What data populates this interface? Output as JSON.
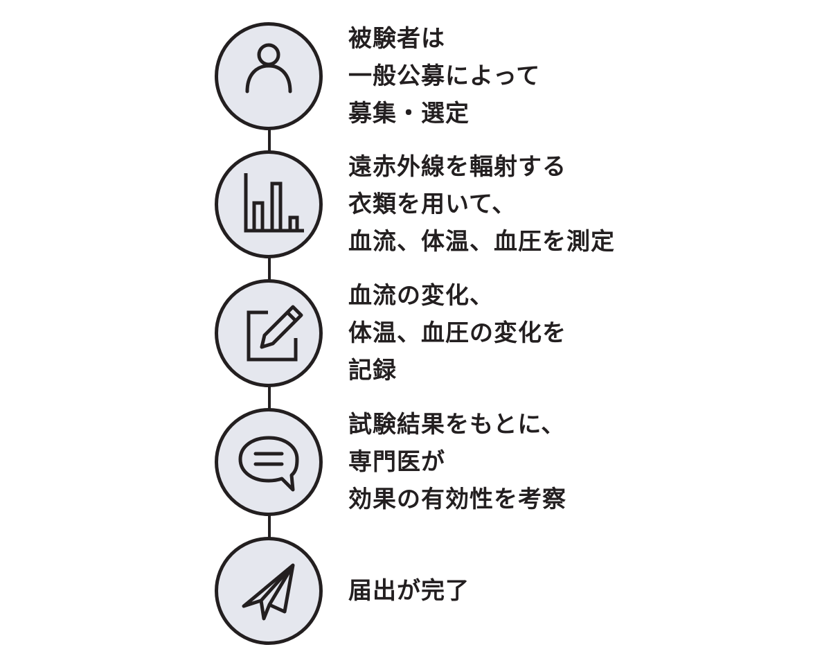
{
  "colors": {
    "ink": "#231f20",
    "circle_fill": "#e5e7ee",
    "background": "#ffffff"
  },
  "steps": [
    {
      "icon": "person-icon",
      "lines": [
        "被験者は",
        "一般公募によって",
        "募集・選定"
      ]
    },
    {
      "icon": "bar-chart-icon",
      "lines": [
        "遠赤外線を輻射する",
        "衣類を用いて、",
        "血流、体温、血圧を測定"
      ]
    },
    {
      "icon": "edit-note-icon",
      "lines": [
        "血流の変化、",
        "体温、血圧の変化を",
        "記録"
      ]
    },
    {
      "icon": "speech-bubble-icon",
      "lines": [
        "試験結果をもとに、",
        "専門医が",
        "効果の有効性を考察"
      ]
    },
    {
      "icon": "paper-plane-icon",
      "lines": [
        "届出が完了"
      ]
    }
  ]
}
